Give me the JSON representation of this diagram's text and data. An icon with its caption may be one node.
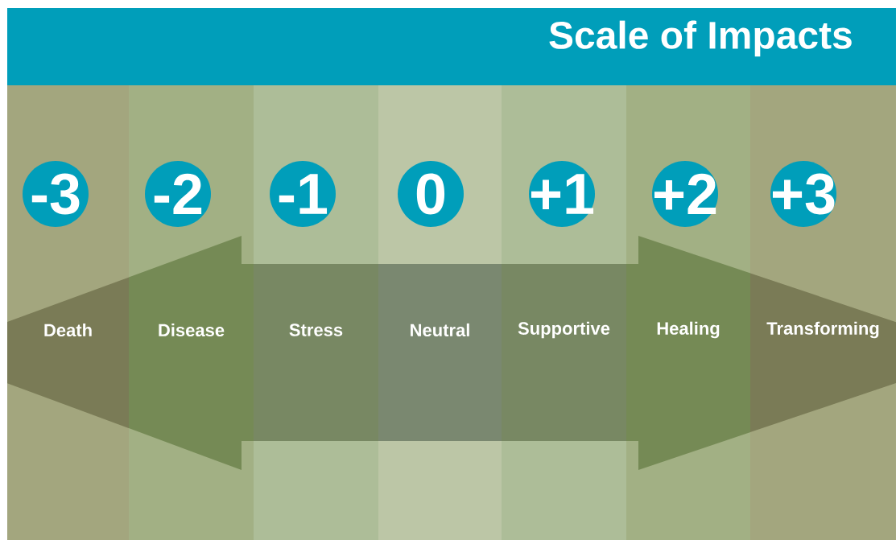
{
  "diagram": {
    "title": "Scale of Impacts",
    "nodes": [
      {
        "text": [
          "Death"
        ]
      },
      {
        "text": [
          "Disease"
        ]
      },
      {
        "text": [
          "Stress"
        ]
      },
      {
        "text": [
          "Neutral"
        ]
      },
      {
        "text": [
          "Supportive"
        ]
      },
      {
        "text": [
          "Healing"
        ]
      },
      {
        "text": [
          "Transforming"
        ]
      },
      {
        "text": [
          "-3"
        ],
        "in": 0
      },
      {
        "text": [
          "-2"
        ],
        "in": 1
      },
      {
        "text": [
          "-1"
        ],
        "in": 2
      },
      {
        "text": [
          "0"
        ],
        "in": 3
      },
      {
        "text": [
          "+1"
        ],
        "in": 4
      },
      {
        "text": [
          "+2"
        ],
        "in": 5
      },
      {
        "text": [
          "+3"
        ],
        "in": 6
      }
    ]
  }
}
